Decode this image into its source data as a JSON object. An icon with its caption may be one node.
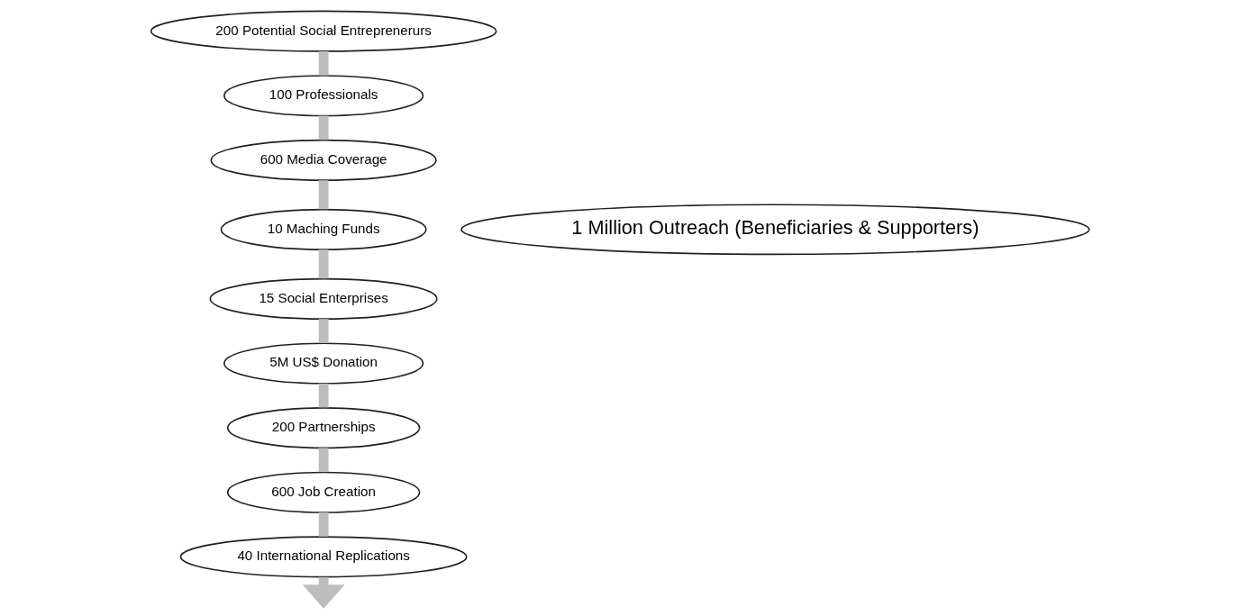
{
  "diagram": {
    "nodes": [
      {
        "text": [
          "200 Potential Social Entreprenerurs"
        ]
      },
      {
        "text": [
          "100 Professionals"
        ]
      },
      {
        "text": [
          "600 Media Coverage"
        ]
      },
      {
        "text": [
          "10 Maching Funds"
        ]
      },
      {
        "text": [
          "1 Million Outreach (Beneficiaries & Supporters)"
        ]
      },
      {
        "text": [
          "15 Social Enterprises"
        ]
      },
      {
        "text": [
          "5M US$ Donation"
        ]
      },
      {
        "text": [
          "200 Partnerships"
        ]
      },
      {
        "text": [
          "600 Job Creation"
        ]
      },
      {
        "text": [
          "40 International Replications"
        ]
      }
    ],
    "edges": [
      {
        "from": 0,
        "to": 1,
        "arrow": "none"
      },
      {
        "from": 1,
        "to": 2,
        "arrow": "none"
      },
      {
        "from": 2,
        "to": 3,
        "arrow": "none"
      },
      {
        "from": 3,
        "to": 5,
        "arrow": "none"
      },
      {
        "from": 5,
        "to": 6,
        "arrow": "none"
      },
      {
        "from": 6,
        "to": 7,
        "arrow": "none"
      },
      {
        "from": 7,
        "to": 8,
        "arrow": "none"
      },
      {
        "from": 8,
        "to": 9,
        "arrow": "none"
      },
      {
        "from": 9,
        "to": null,
        "arrow": "to"
      }
    ]
  }
}
